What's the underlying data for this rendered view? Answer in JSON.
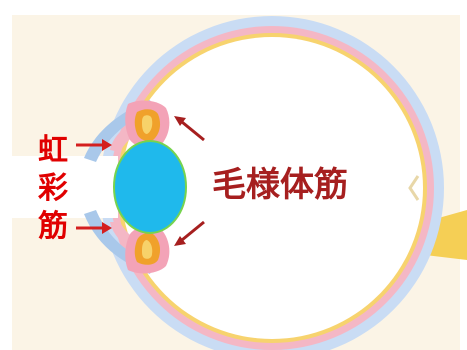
{
  "labels": {
    "iris_muscle": [
      "虹",
      "彩",
      "筋"
    ],
    "ciliary_muscle": "毛様体筋"
  },
  "colors": {
    "page_background": "#fbf4e6",
    "eyeball_fill": "#ffffff",
    "sclera_outer": "#c9dcf4",
    "choroid_band": "#f4b7c5",
    "retina_line": "#f7d36e",
    "cornea_band": "#a9c8ea",
    "lens": "#1fb9ec",
    "lens_outline": "#76d34f",
    "ciliary_outer": "#f3a3b7",
    "ciliary_muscle": "#f0a12b",
    "ciliary_core": "#f7d26a",
    "optic_nerve": "#f5cf55",
    "red_text": "#e00000",
    "dark_red_text": "#a61f1f",
    "arrow": "#d41f1f"
  }
}
